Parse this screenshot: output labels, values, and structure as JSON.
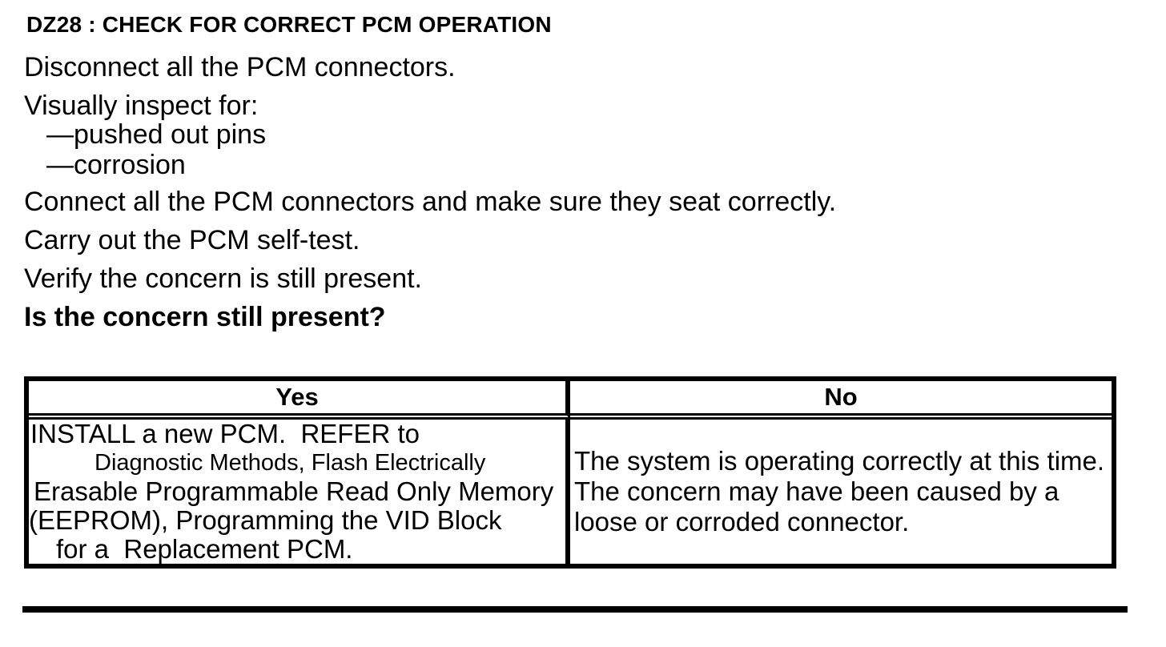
{
  "colors": {
    "text": "#000000",
    "background": "#ffffff"
  },
  "header": {
    "title": "DZ28 : CHECK FOR CORRECT PCM OPERATION"
  },
  "procedure": {
    "step1": "Disconnect all the PCM connectors.",
    "step2": "Visually inspect for:",
    "inspect_items": [
      "—pushed out pins",
      "—corrosion"
    ],
    "step3": "Connect all the PCM connectors and make sure they seat correctly.",
    "step4": "Carry out the PCM self-test.",
    "step5": "Verify the concern is still present.",
    "question": "Is the concern still present?"
  },
  "decision_table": {
    "headers": {
      "yes": "Yes",
      "no": "No"
    },
    "yes_action_lines": [
      "INSTALL a new PCM.  REFER to",
      "Diagnostic Methods, Flash Electrically",
      "Erasable Programmable Read Only Memory",
      "(EEPROM), Programming the VID Block",
      "for a  Replacement PCM."
    ],
    "no_action_lines": [
      "The system is operating correctly at this time.",
      "The concern may have been caused by a",
      "loose or corroded connector."
    ]
  }
}
